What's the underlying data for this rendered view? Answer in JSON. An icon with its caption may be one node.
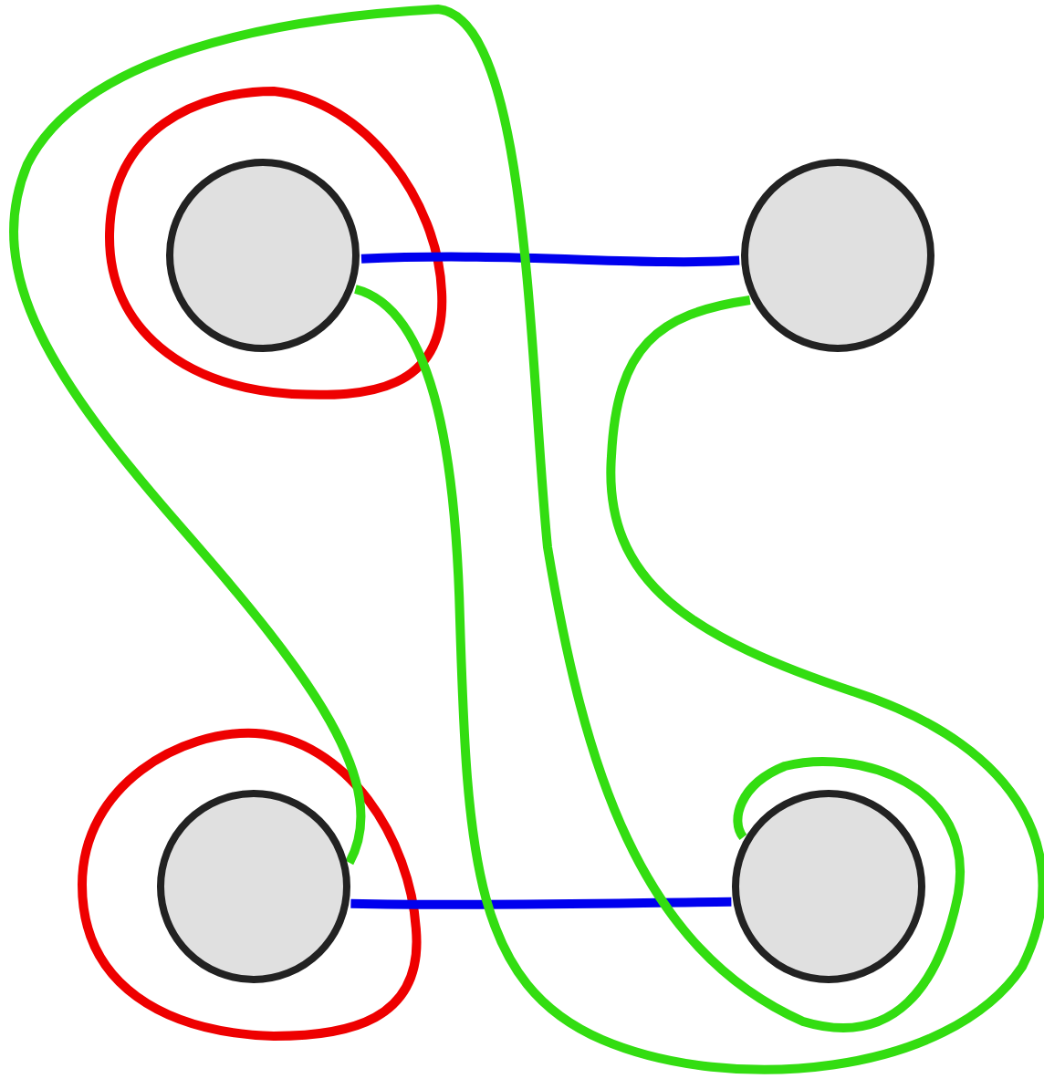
{
  "diagram": {
    "nodes": [
      {
        "text": [],
        "shape": "circle"
      },
      {
        "text": [],
        "shape": "circle"
      },
      {
        "text": [],
        "shape": "circle"
      },
      {
        "text": [],
        "shape": "circle"
      }
    ],
    "edges": [
      {
        "from": 0,
        "to": 1,
        "arrow": "none",
        "color": "#0000ee"
      },
      {
        "from": 2,
        "to": 3,
        "arrow": "none",
        "color": "#0000ee"
      },
      {
        "from": 0,
        "to": 1,
        "arrow": "none",
        "color": "#33dd11"
      },
      {
        "from": 2,
        "to": 3,
        "arrow": "none",
        "color": "#33dd11"
      }
    ]
  }
}
